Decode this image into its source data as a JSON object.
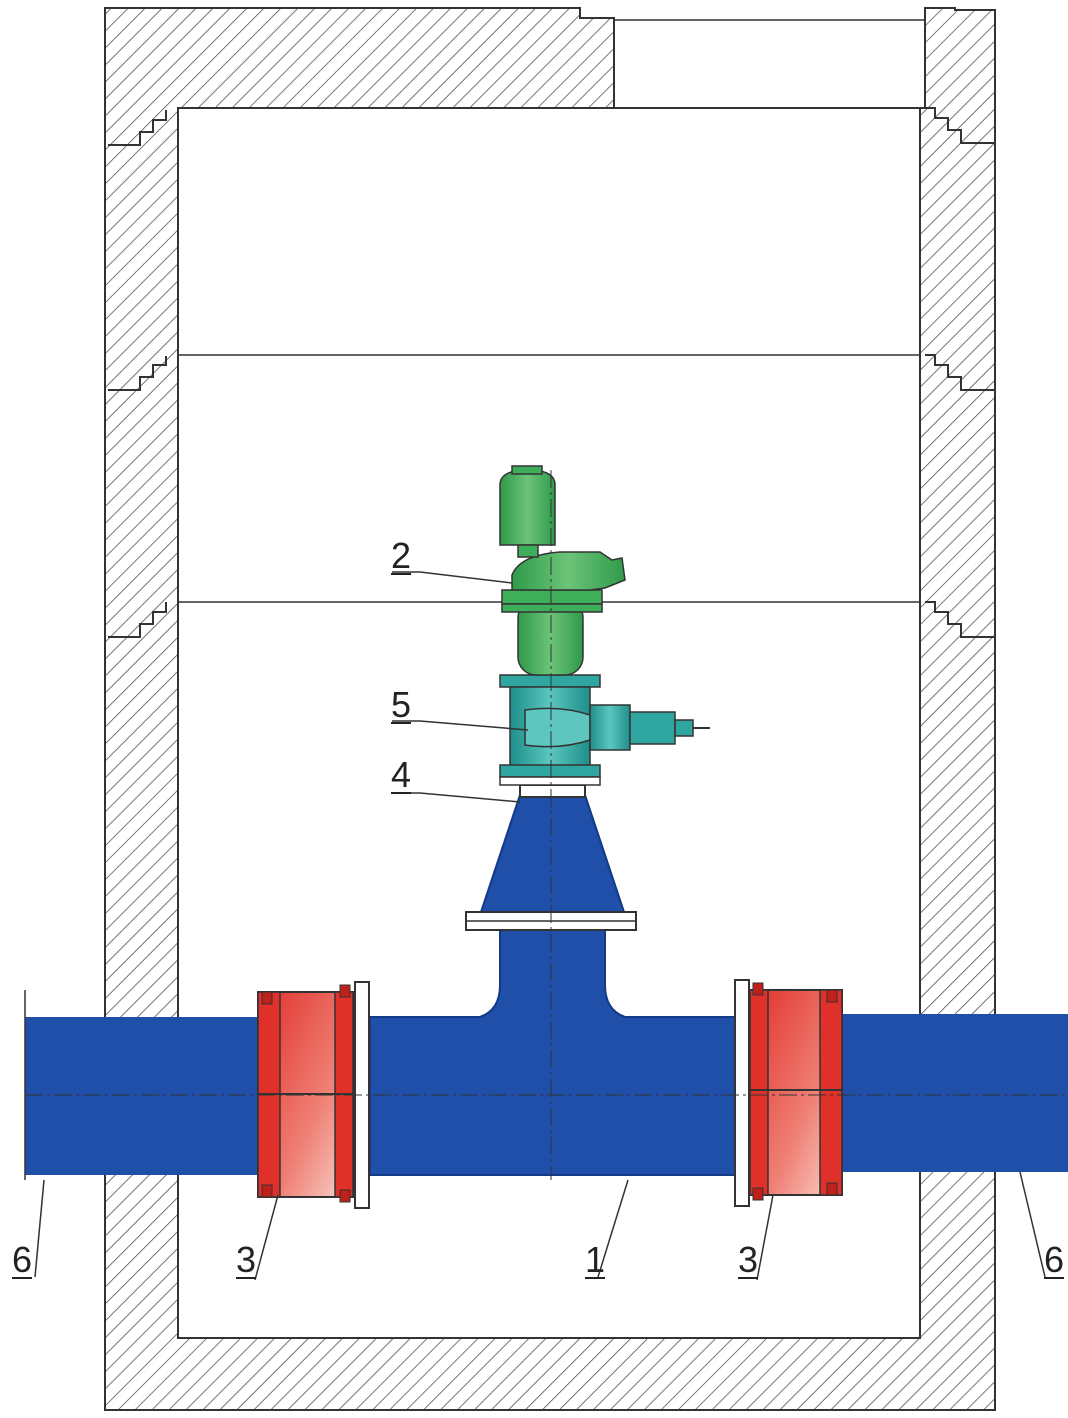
{
  "diagram": {
    "callouts": [
      {
        "id": "c1",
        "label": "1"
      },
      {
        "id": "c2",
        "label": "2"
      },
      {
        "id": "c3a",
        "label": "3"
      },
      {
        "id": "c3b",
        "label": "3"
      },
      {
        "id": "c4",
        "label": "4"
      },
      {
        "id": "c5",
        "label": "5"
      },
      {
        "id": "c6a",
        "label": "6"
      },
      {
        "id": "c6b",
        "label": "6"
      }
    ],
    "colors": {
      "pipe_blue": "#1f4fa8",
      "pipe_blue_dark": "#123a86",
      "coupling_red": "#e0302a",
      "coupling_light": "#f6c6bd",
      "valve_green": "#3fae5a",
      "valve_teal": "#2fa7a0",
      "hatch": "#555555",
      "line": "#333333"
    }
  }
}
